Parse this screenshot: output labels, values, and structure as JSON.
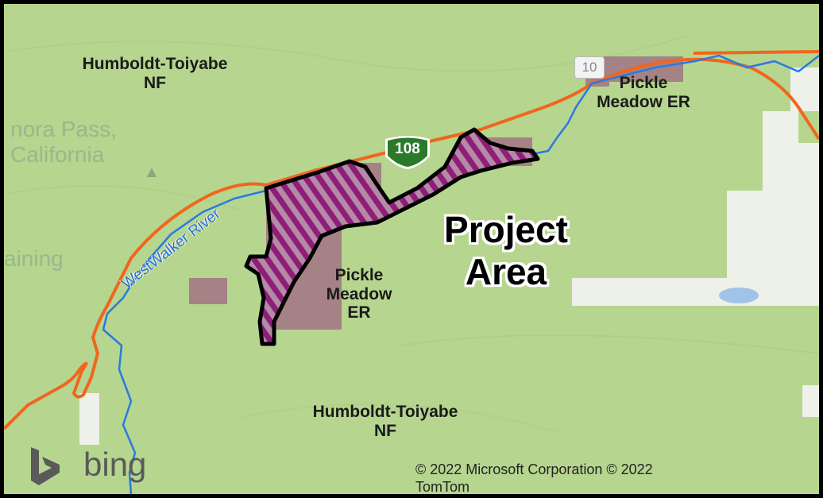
{
  "map": {
    "labels": {
      "nf_north": "Humboldt-Toiyabe\nNF",
      "nf_south": "Humboldt-Toiyabe\nNF",
      "er_east": "Pickle\nMeadow ER",
      "er_center": "Pickle\nMeadow\nER",
      "project": "Project\nArea",
      "river": "WestWalker River",
      "basemap_place": "nora Pass,\nCalifornia",
      "basemap_place2": "aining"
    },
    "route_shield": "108",
    "highway_partial": "10",
    "attribution": {
      "logo": "bing",
      "copyright": "© 2022 Microsoft Corporation © 2022\nTomTom"
    },
    "colors": {
      "land": "#b6d58f",
      "highway": "#f0661e",
      "river": "#2a7ae0",
      "er_parcel": "#a37a84",
      "project_hatch": "#8e1e78",
      "shield": "#2a7a2a"
    },
    "icons": [
      "triangle-icon",
      "bing-logo-icon",
      "route-shield-icon"
    ]
  }
}
